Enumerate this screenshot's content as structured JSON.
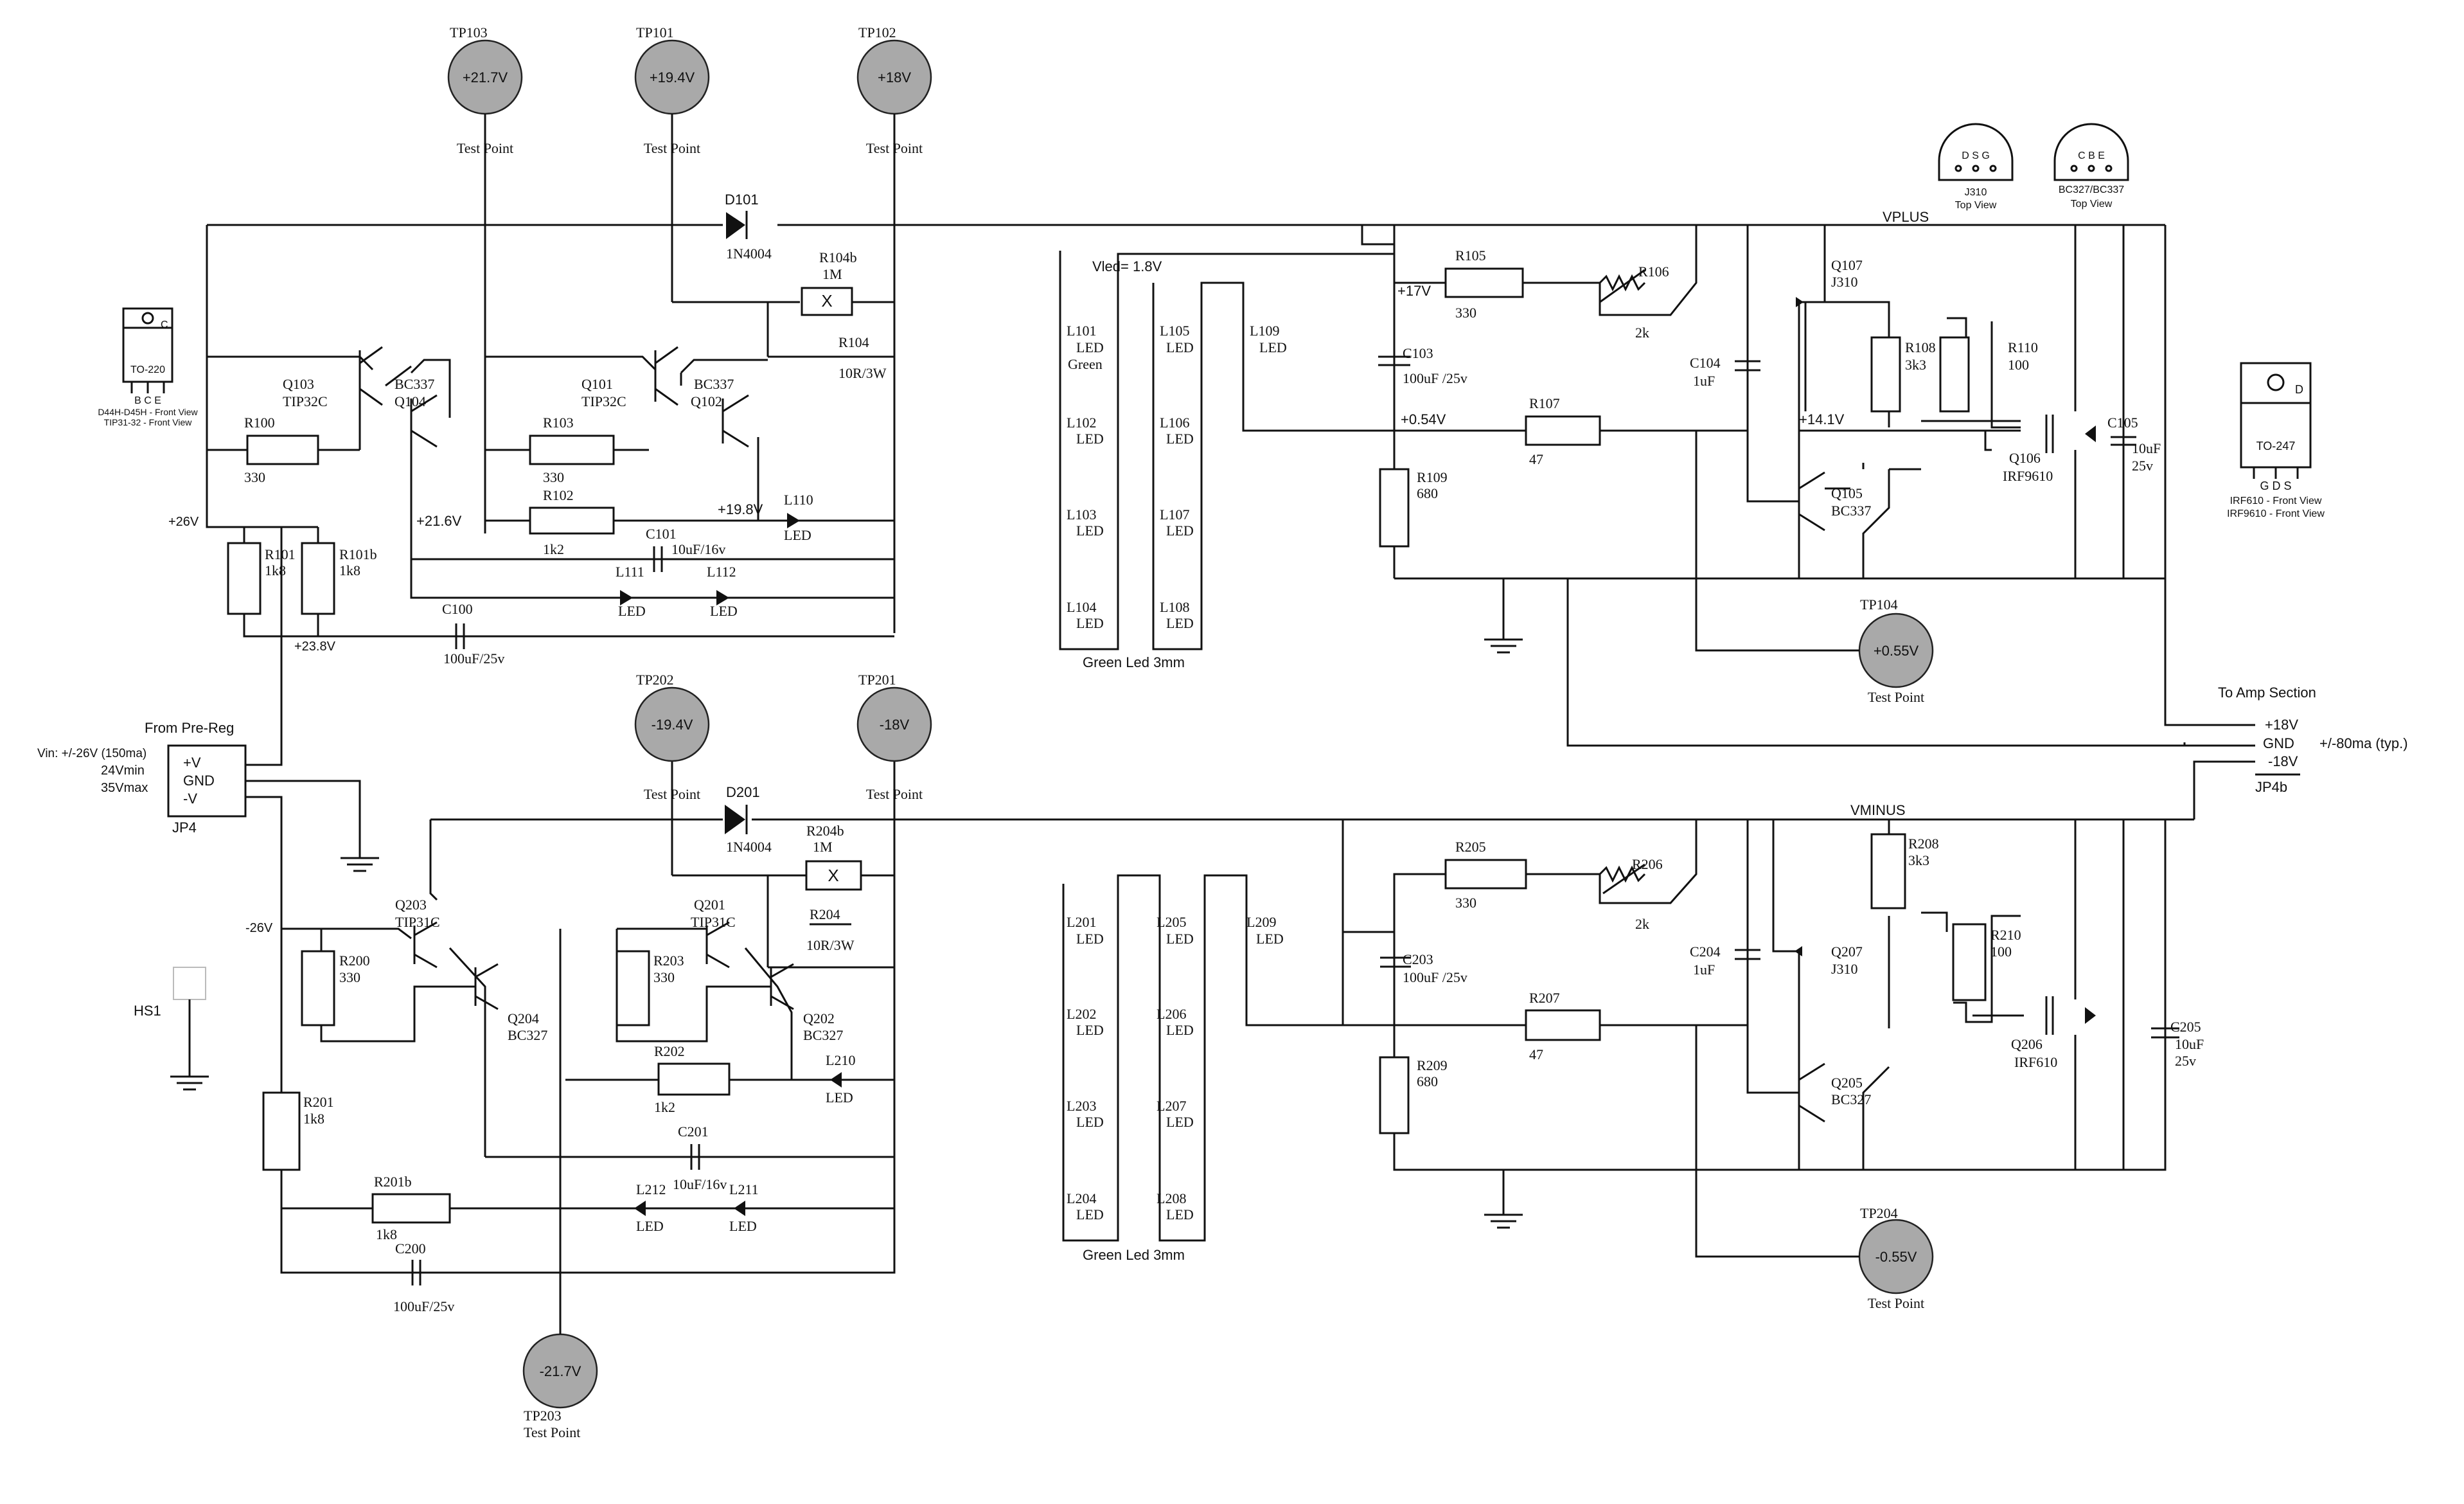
{
  "test_points": [
    {
      "ref": "TP103",
      "value": "+21.7V",
      "label": "Test Point"
    },
    {
      "ref": "TP101",
      "value": "+19.4V",
      "label": "Test Point"
    },
    {
      "ref": "TP102",
      "value": "+18V",
      "label": "Test Point"
    },
    {
      "ref": "TP104",
      "value": "+0.55V",
      "label": "Test Point"
    },
    {
      "ref": "TP202",
      "value": "-19.4V",
      "label": "Test Point"
    },
    {
      "ref": "TP201",
      "value": "-18V",
      "label": "Test Point"
    },
    {
      "ref": "TP203",
      "value": "-21.7V",
      "label": "Test Point"
    },
    {
      "ref": "TP204",
      "value": "-0.55V",
      "label": "Test Point"
    }
  ],
  "packages": {
    "to220": {
      "name": "TO-220",
      "pin_top": "C",
      "pins": "B   C   E",
      "line1": "D44H-D45H - Front View",
      "line2": "TIP31-32 - Front View"
    },
    "j310": {
      "pins": "D  S  G",
      "name": "J310",
      "view": "Top View"
    },
    "bc327": {
      "pins": "C  B  E",
      "name": "BC327/BC337",
      "view": "Top View"
    },
    "to247": {
      "name": "TO-247",
      "pin_top": "D",
      "pins": "G   D   S",
      "line1": "IRF610 - Front View",
      "line2": "IRF9610 - Front View"
    }
  },
  "rails": {
    "vplus": "VPLUS",
    "vminus": "VMINUS",
    "vled": "Vled= 1.8V"
  },
  "upper": {
    "d101_ref": "D101",
    "d101_val": "1N4004",
    "r104b_ref": "R104b",
    "r104b_val": "1M",
    "r104_ref": "R104",
    "r104_val": "10R/3W",
    "q103_ref": "Q103",
    "q103_val": "TIP32C",
    "q104_ref": "Q104",
    "q104_val": "BC337",
    "q101_ref": "Q101",
    "q101_val": "TIP32C",
    "q102_ref": "Q102",
    "q102_val": "BC337",
    "r100_ref": "R100",
    "r100_val": "330",
    "r103_ref": "R103",
    "r103_val": "330",
    "r102_ref": "R102",
    "r102_val": "1k2",
    "r101_ref": "R101",
    "r101_val": "1k8",
    "r101b_ref": "R101b",
    "r101b_val": "1k8",
    "c101_ref": "C101",
    "c101_val": "10uF/16v",
    "c100_ref": "C100",
    "c100_val": "100uF/25v",
    "l110_ref": "L110",
    "l111_ref": "L111",
    "l112_ref": "L112",
    "led": "LED",
    "v26": "+26V",
    "v216": "+21.6V",
    "v198": "+19.8V",
    "v238": "+23.8V"
  },
  "led_bank_upper": {
    "col1": [
      "L101",
      "L102",
      "L103",
      "L104"
    ],
    "col1_sub": [
      "LED",
      "LED",
      "LED",
      "LED"
    ],
    "green": "Green",
    "col2": [
      "L105",
      "L106",
      "L107",
      "L108"
    ],
    "col3": [
      "L109"
    ],
    "caption": "Green Led 3mm"
  },
  "upper_right": {
    "r105_ref": "R105",
    "r105_val": "330",
    "r106_ref": "R106",
    "r106_val": "2k",
    "c103_ref": "C103",
    "c103_val": "100uF /25v",
    "r107_ref": "R107",
    "r107_val": "47",
    "r109_ref": "R109",
    "r109_val": "680",
    "c104_ref": "C104",
    "c104_val": "1uF",
    "q107_ref": "Q107",
    "q107_val": "J310",
    "r108_ref": "R108",
    "r108_val": "3k3",
    "r110_ref": "R110",
    "r110_val": "100",
    "q105_ref": "Q105",
    "q105_val": "BC337",
    "q106_ref": "Q106",
    "q106_val": "IRF9610",
    "c105_ref": "C105",
    "c105_val1": "10uF",
    "c105_val2": "25v",
    "v17": "+17V",
    "v054": "+0.54V",
    "v141": "+14.1V"
  },
  "connectors": {
    "jp4_title": "From Pre-Reg",
    "jp4_vin": "Vin: +/-26V (150ma)",
    "jp4_min": "24Vmin",
    "jp4_max": "35Vmax",
    "jp4_pins": [
      "+V",
      "GND",
      "-V"
    ],
    "jp4_ref": "JP4",
    "jp4b_title": "To Amp Section",
    "jp4b_pins": [
      "+18V",
      "GND",
      "-18V"
    ],
    "jp4b_ref": "JP4b",
    "jp4b_current": "+/-80ma (typ.)",
    "hs1": "HS1"
  },
  "lower": {
    "d201_ref": "D201",
    "d201_val": "1N4004",
    "r204b_ref": "R204b",
    "r204b_val": "1M",
    "r204_ref": "R204",
    "r204_val": "10R/3W",
    "q203_ref": "Q203",
    "q203_val": "TIP31C",
    "q204_ref": "Q204",
    "q204_val": "BC327",
    "q201_ref": "Q201",
    "q201_val": "TIP31C",
    "q202_ref": "Q202",
    "q202_val": "BC327",
    "r200_ref": "R200",
    "r200_val": "330",
    "r203_ref": "R203",
    "r203_val": "330",
    "r202_ref": "R202",
    "r202_val": "1k2",
    "r201_ref": "R201",
    "r201_val": "1k8",
    "r201b_ref": "R201b",
    "r201b_val": "1k8",
    "c201_ref": "C201",
    "c201_val": "10uF/16v",
    "c200_ref": "C200",
    "c200_val": "100uF/25v",
    "l210_ref": "L210",
    "l211_ref": "L211",
    "l212_ref": "L212",
    "led": "LED",
    "vm26": "-26V"
  },
  "led_bank_lower": {
    "col1": [
      "L201",
      "L202",
      "L203",
      "L204"
    ],
    "col2": [
      "L205",
      "L206",
      "L207",
      "L208"
    ],
    "col3": [
      "L209"
    ],
    "caption": "Green Led 3mm"
  },
  "lower_right": {
    "r205_ref": "R205",
    "r205_val": "330",
    "r206_ref": "R206",
    "r206_val": "2k",
    "c203_ref": "C203",
    "c203_val": "100uF /25v",
    "r207_ref": "R207",
    "r207_val": "47",
    "r209_ref": "R209",
    "r209_val": "680",
    "c204_ref": "C204",
    "c204_val": "1uF",
    "r208_ref": "R208",
    "r208_val": "3k3",
    "q207_ref": "Q207",
    "q207_val": "J310",
    "r210_ref": "R210",
    "r210_val": "100",
    "q205_ref": "Q205",
    "q205_val": "BC327",
    "q206_ref": "Q206",
    "q206_val": "IRF610",
    "c205_ref": "C205",
    "c205_val1": "10uF",
    "c205_val2": "25v"
  }
}
